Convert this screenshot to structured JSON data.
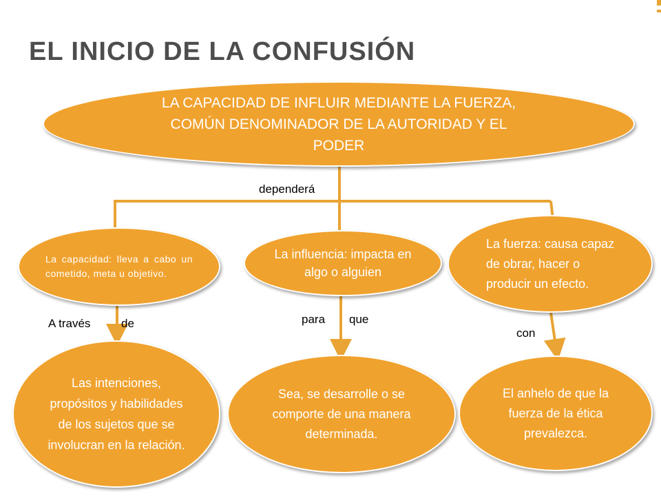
{
  "slide": {
    "title": "EL INICIO DE LA CONFUSIÓN",
    "root": {
      "text": "LA CAPACIDAD DE INFLUIR MEDIANTE LA FUERZA, COMÚN DENOMINADOR DE LA AUTORIDAD Y EL PODER"
    },
    "connector_label": "dependerá",
    "branches": [
      {
        "node": "La capacidad: lleva a cabo un cometido, meta u objetivo.",
        "link_label_1": "A través",
        "link_label_2": "de",
        "leaf": "Las intenciones, propósitos y habilidades de los sujetos que se involucran en la relación."
      },
      {
        "node": "La influencia: impacta en algo o alguien",
        "link_label_1": "para",
        "link_label_2": "que",
        "leaf": "Sea, se desarrolle o se comporte de una manera determinada."
      },
      {
        "node": "La fuerza: causa capaz de obrar, hacer o producir un efecto.",
        "link_label_1": "con",
        "leaf": "El anhelo de que la fuerza de la ética prevalezca."
      }
    ]
  },
  "colors": {
    "accent": "#f0a22e",
    "connector": "#e9a434",
    "title": "#4d4d4d"
  }
}
